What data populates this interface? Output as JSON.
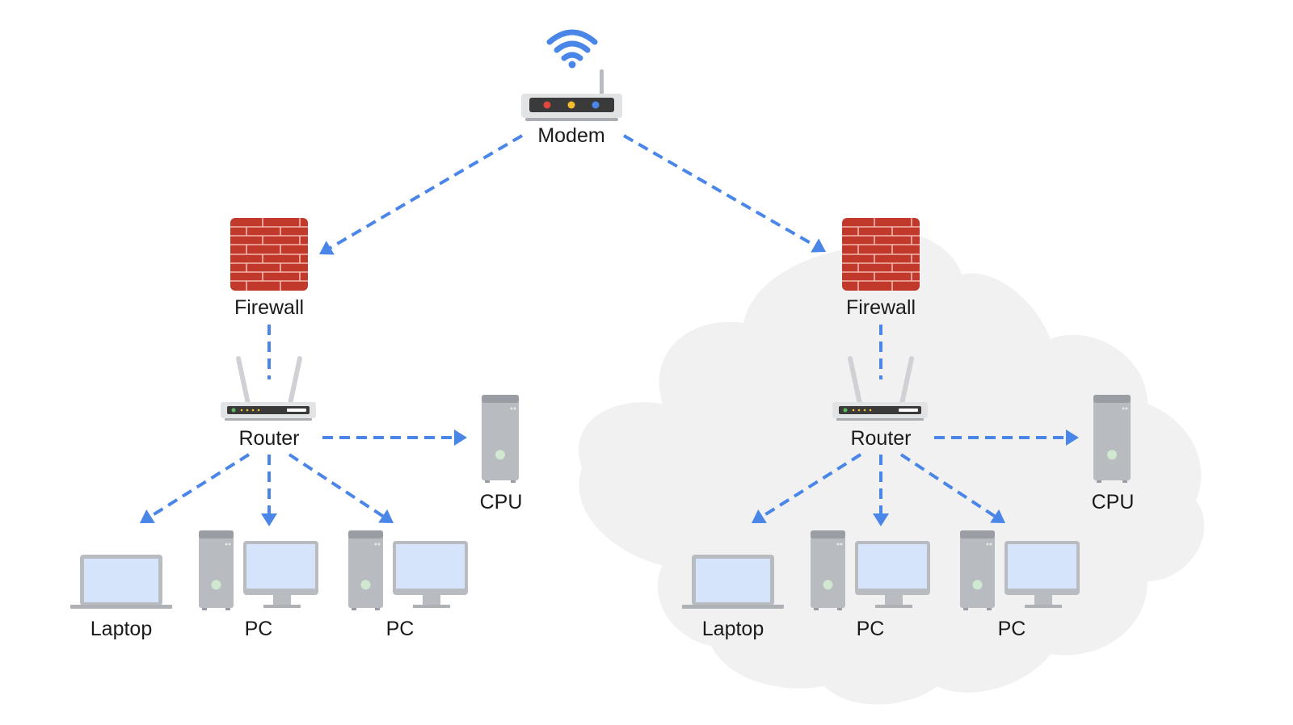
{
  "diagram": {
    "colors": {
      "link": "#4a86e8",
      "cloud": "#f1f1f1",
      "brick": "#c0392b",
      "mortar": "#f4b8b0",
      "device_gray": "#b8bbc0",
      "device_dark": "#9a9da3",
      "screen": "#d5e3fb",
      "power_led": "#cfe8cf",
      "modem_panel": "#3a3a3a",
      "led_red": "#e0463b",
      "led_yellow": "#f6bd2b",
      "led_blue": "#4a86e8"
    },
    "modem": {
      "label": "Modem",
      "wifi_icon": "wifi-icon"
    },
    "networks": [
      {
        "name": "left-network",
        "in_cloud": false,
        "firewall": {
          "label": "Firewall"
        },
        "router": {
          "label": "Router"
        },
        "cpu": {
          "label": "CPU"
        },
        "devices": [
          {
            "type": "laptop",
            "label": "Laptop"
          },
          {
            "type": "pc",
            "label": "PC"
          },
          {
            "type": "pc",
            "label": "PC"
          }
        ]
      },
      {
        "name": "right-network",
        "in_cloud": true,
        "firewall": {
          "label": "Firewall"
        },
        "router": {
          "label": "Router"
        },
        "cpu": {
          "label": "CPU"
        },
        "devices": [
          {
            "type": "laptop",
            "label": "Laptop"
          },
          {
            "type": "pc",
            "label": "PC"
          },
          {
            "type": "pc",
            "label": "PC"
          }
        ]
      }
    ],
    "connections": [
      {
        "from": "Modem",
        "to": "Firewall (left)"
      },
      {
        "from": "Modem",
        "to": "Firewall (right)"
      },
      {
        "from": "Firewall",
        "to": "Router"
      },
      {
        "from": "Router",
        "to": "CPU"
      },
      {
        "from": "Router",
        "to": "Laptop"
      },
      {
        "from": "Router",
        "to": "PC"
      },
      {
        "from": "Router",
        "to": "PC"
      }
    ]
  }
}
